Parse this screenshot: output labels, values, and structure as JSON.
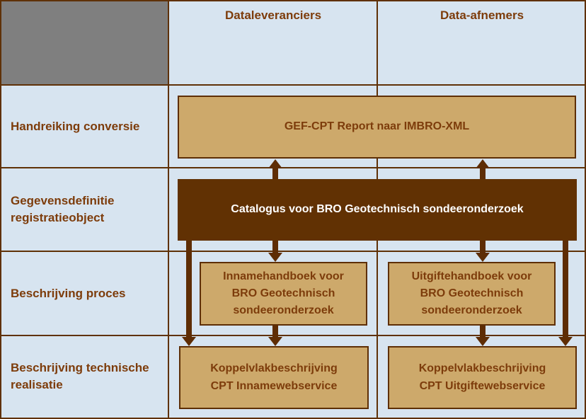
{
  "colors": {
    "cell_background": "#d7e4f0",
    "gray_cell": "#7f7f7f",
    "grid_border": "#5f3107",
    "brown_text": "#7d3c0b",
    "tan_box_fill": "#cda96b",
    "tan_box_border": "#5e2f06",
    "dark_box_fill": "#613103",
    "dark_box_text": "#ffffff",
    "arrow": "#5e2d05"
  },
  "table": {
    "header": {
      "col_dataleveranciers": "Dataleveranciers",
      "col_data_afnemers": "Data-afnemers"
    },
    "rows": [
      {
        "label": "Handreiking conversie"
      },
      {
        "label": "Gegevensdefinitie\nregistratieobject"
      },
      {
        "label": "Beschrijving proces"
      },
      {
        "label": "Beschrijving technische\nrealisatie"
      }
    ]
  },
  "boxes": {
    "gef": "GEF-CPT Report naar IMBRO-XML",
    "catalogus": "Catalogus voor BRO Geotechnisch sondeeronderzoek",
    "inname_handboek": "Innamehandboek voor\nBRO Geotechnisch\nsondeeronderzoek",
    "uitgifte_handboek": "Uitgiftehandboek voor\nBRO Geotechnisch\nsondeeronderzoek",
    "koppelvlak_inname": "Koppelvlakbeschrijving\nCPT Innamewebservice",
    "koppelvlak_uitgifte": "Koppelvlakbeschrijving\nCPT Uitgiftewebservice"
  }
}
